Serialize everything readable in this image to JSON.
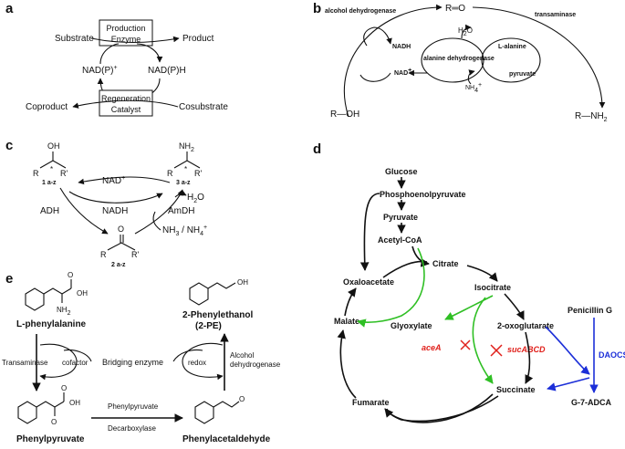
{
  "panel_a": {
    "letter": "a",
    "substrate": "Substrate",
    "product": "Product",
    "production_enzyme": [
      "Production",
      "Enzyme"
    ],
    "nadp_plus": "NAD(P)",
    "plus_sign": "+",
    "nadph": "NAD(P)H",
    "regeneration_catalyst": [
      "Regeneration",
      "Catalyst"
    ],
    "coproduct": "Coproduct",
    "cosubstrate": "Cosubstrate"
  },
  "panel_b": {
    "letter": "b",
    "alcohol_dehydrogenase": "alcohol dehydrogenase",
    "ketone": "R═O",
    "transaminase": "transaminase",
    "water": "H",
    "water_sub": "2",
    "water_tail": "O",
    "nadh": "NADH",
    "l_alanine": "L-alanine",
    "alanine_dehydrogenase": "alanine dehydrogenase",
    "nad_plus": "NAD",
    "plus_sign": "+",
    "pyruvate": "pyruvate",
    "ammonium": "NH",
    "ammonium_sub": "4",
    "ammonium_sup": "+",
    "alcohol": "R—OH",
    "amine": "R—NH",
    "amine_sub": "2"
  },
  "panel_c": {
    "letter": "c",
    "oh": "OH",
    "r_left": "R",
    "r_prime": "R'",
    "star": "*",
    "label_1": "1 a-z",
    "nh2": "NH",
    "nh2_sub": "2",
    "label_3": "3 a-z",
    "nad_plus": "NAD",
    "plus_sign": "+",
    "adh": "ADH",
    "nadh": "NADH",
    "water": "H",
    "water_sub": "2",
    "water_tail": "O",
    "amdh": "AmDH",
    "ketone_o": "O",
    "label_2": "2 a-z",
    "ammonia": "NH",
    "ammonia_sub": "3",
    "ammonia_sep": " / NH",
    "ammonium_sub": "4",
    "ammonium_sup": "+"
  },
  "panel_d": {
    "letter": "d",
    "glucose": "Glucose",
    "pep": "Phosphoenolpyruvate",
    "pyruvate": "Pyruvate",
    "acetyl_coa": "Acetyl-CoA",
    "citrate": "Citrate",
    "oxaloacetate": "Oxaloacetate",
    "isocitrate": "Isocitrate",
    "malate": "Malate",
    "glyoxylate": "Glyoxylate",
    "oxoglutarate": "2-oxoglutarate",
    "acea": "aceA",
    "sucabcd": "sucABCD",
    "succinate": "Succinate",
    "fumarate": "Fumarate",
    "penicillin_g": "Penicillin G",
    "daocs": "DAOCS",
    "g7adca": "G-7-ADCA",
    "colors": {
      "green": "#2fbf24",
      "red": "#e0201b",
      "blue": "#1c2fd8"
    }
  },
  "panel_e": {
    "letter": "e",
    "oh": "OH",
    "cooh_o": "O",
    "cooh_oh": "OH",
    "nh2": "NH",
    "nh2_sub": "2",
    "l_phe": "L-phenylalanine",
    "two_pe": "2-Phenylethanol",
    "two_pe_abbr": "(2-PE)",
    "transaminase": "Transaminase",
    "cofactor": "cofactor",
    "bridging": "Bridging enzyme",
    "redox": "redox",
    "alcohol_dh": [
      "Alcohol",
      "dehydrogenase"
    ],
    "phenylpyruvate": "Phenylpyruvate",
    "ppdc": [
      "Phenylpyruvate",
      "Decarboxylase"
    ],
    "phenylacetaldehyde": "Phenylacetaldehyde",
    "keto_o": "O",
    "acid_o": "O",
    "acid_oh": "OH",
    "ald_o": "O"
  }
}
